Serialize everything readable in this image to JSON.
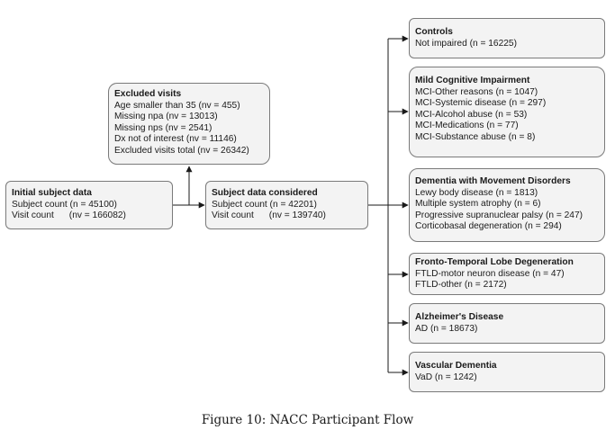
{
  "diagram": {
    "initial": {
      "title": "Initial subject data",
      "lines": [
        "Subject count (n = 45100)",
        "Visit count      (nv = 166082)"
      ]
    },
    "excluded": {
      "title": "Excluded visits",
      "lines": [
        "Age smaller than 35 (nv = 455)",
        "Missing npa (nv = 13013)",
        "Missing nps (nv = 2541)",
        "Dx not of interest (nv = 11146)",
        "Excluded visits total (nv = 26342)"
      ]
    },
    "considered": {
      "title": "Subject data considered",
      "lines": [
        "Subject count (n = 42201)",
        "Visit count      (nv = 139740)"
      ]
    },
    "controls": {
      "title": "Controls",
      "lines": [
        "Not impaired (n = 16225)"
      ]
    },
    "mci": {
      "title": "Mild Cognitive Impairment",
      "lines": [
        "MCI-Other reasons (n = 1047)",
        "MCI-Systemic disease (n = 297)",
        "MCI-Alcohol abuse (n = 53)",
        "MCI-Medications (n = 77)",
        "MCI-Substance abuse (n = 8)"
      ]
    },
    "dmd": {
      "title": "Dementia with Movement Disorders",
      "lines": [
        "Lewy body disease (n = 1813)",
        "Multiple system atrophy (n = 6)",
        "Progressive supranuclear palsy (n = 247)",
        "Corticobasal degeneration (n = 294)"
      ]
    },
    "ftld": {
      "title": "Fronto-Temporal Lobe Degeneration",
      "lines": [
        "FTLD-motor neuron disease (n = 47)",
        "FTLD-other (n = 2172)"
      ]
    },
    "ad": {
      "title": "Alzheimer's Disease",
      "lines": [
        "AD (n = 18673)"
      ]
    },
    "vad": {
      "title": "Vascular Dementia",
      "lines": [
        "VaD (n = 1242)"
      ]
    }
  },
  "caption": "Figure 10: NACC Participant Flow",
  "colors": {
    "box_fill": "#f3f3f3",
    "box_border": "#7a7a7a",
    "connector": "#1a1a1a"
  }
}
